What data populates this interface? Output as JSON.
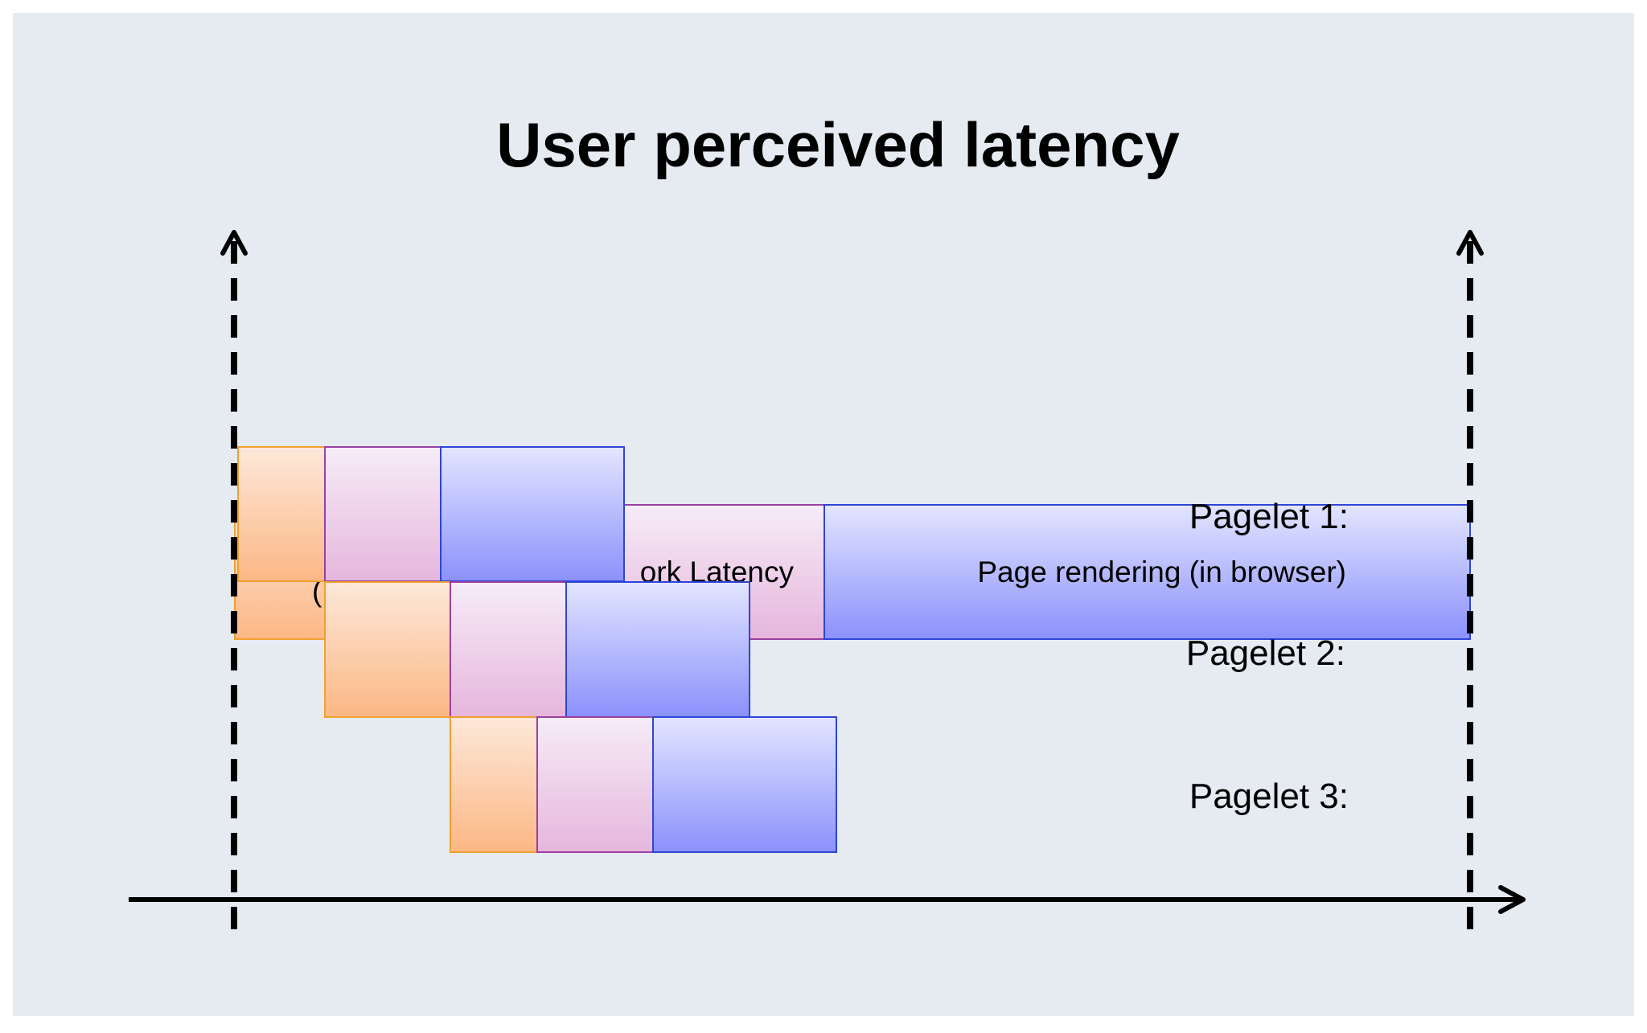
{
  "slide": {
    "title": "User perceived latency"
  },
  "pagelets": [
    {
      "label": "Pagelet 1:"
    },
    {
      "label": "Pagelet 2:"
    },
    {
      "label": "Pagelet 3:"
    }
  ],
  "background_bar": {
    "network_label": "ork Latency",
    "rendering_label": "Page rendering (in browser)",
    "left_fragment": "("
  },
  "colors": {
    "background": "#e6eaf1",
    "server": "#fbb98a",
    "network": "#e5b5da",
    "render": "#8b91fb",
    "server_border": "#f0a030",
    "network_border": "#9a3fa0",
    "render_border": "#2d45d8",
    "axis": "#000000"
  }
}
